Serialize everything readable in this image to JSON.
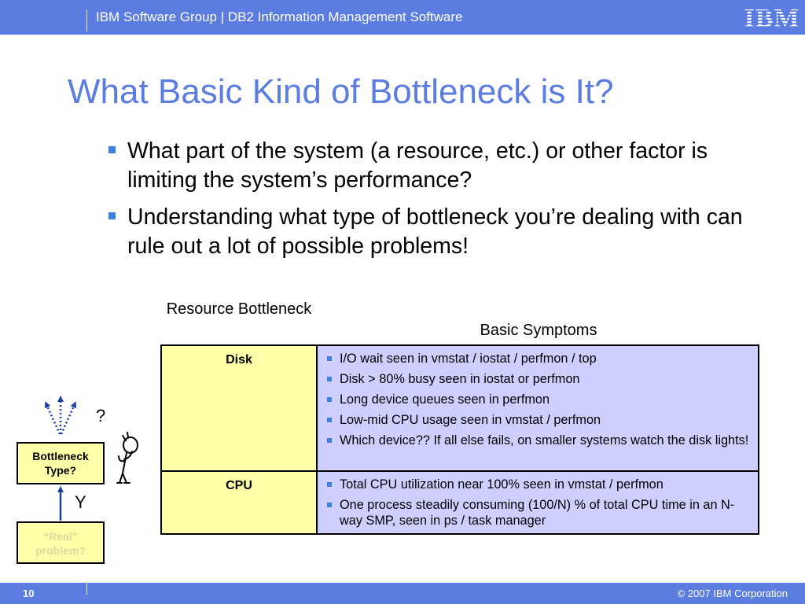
{
  "header": {
    "group_text": "IBM Software Group  |  DB2 Information Management Software",
    "logo_text": "IBM"
  },
  "slide": {
    "title": "What Basic Kind of Bottleneck is It?",
    "bullets": [
      "What part of the system (a resource, etc.) or other factor is limiting the system’s performance?",
      "Understanding what type of bottleneck you’re dealing with can rule out a lot of possible problems!"
    ]
  },
  "table": {
    "header_resource": "Resource Bottleneck",
    "header_symptoms": "Basic Symptoms",
    "rows": [
      {
        "resource": "Disk",
        "symptoms": [
          "I/O wait seen in vmstat / iostat / perfmon / top",
          "Disk > 80% busy seen in iostat or perfmon",
          "Long device queues seen in perfmon",
          "Low-mid CPU usage seen in vmstat / perfmon",
          "Which device?? If all else fails, on smaller systems watch the disk lights!"
        ]
      },
      {
        "resource": "CPU",
        "symptoms": [
          "Total CPU utilization near 100% seen in vmstat / perfmon",
          "One process steadily consuming (100/N) % of total CPU time in an N-way SMP, seen in ps / task manager"
        ]
      }
    ]
  },
  "diagram": {
    "question_mark": "?",
    "box_bottleneck": "Bottleneck Type?",
    "y_label": "Y",
    "box_real": "“Real” problem?",
    "arrow_color": "#1a3fa8",
    "box_fill": "#ffffa8"
  },
  "footer": {
    "page_number": "10",
    "copyright": "© 2007 IBM Corporation"
  },
  "colors": {
    "brand_blue": "#5b7ce0",
    "bullet_blue": "#3f7fe0",
    "table_yellow": "#ffffa8",
    "table_lavender": "#cfcfff"
  }
}
